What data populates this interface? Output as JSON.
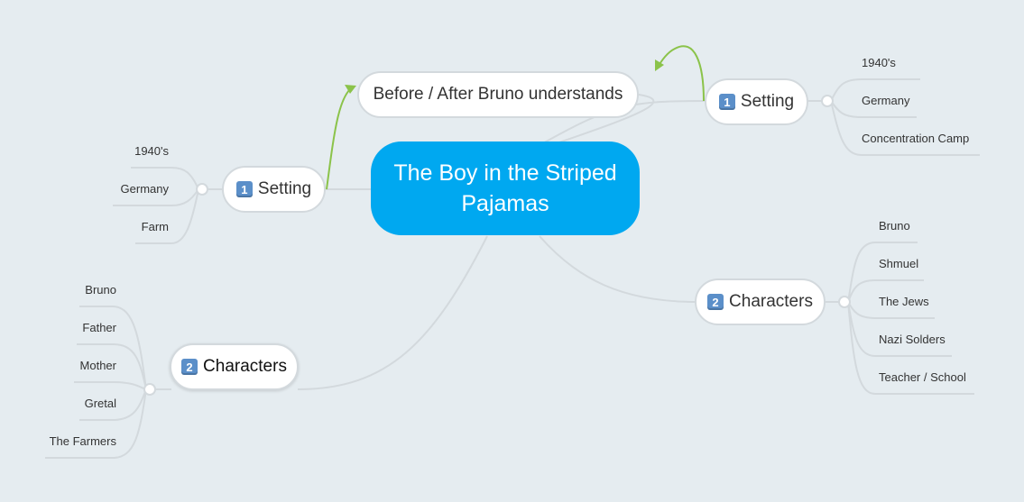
{
  "central": {
    "title": "The Boy in the Striped Pajamas"
  },
  "relation_node": {
    "label": "Before / After Bruno understands"
  },
  "topics": {
    "setting_right": {
      "badge": "1",
      "label": "Setting",
      "leaves": [
        "1940's",
        "Germany",
        "Concentration Camp"
      ]
    },
    "characters_right": {
      "badge": "2",
      "label": "Characters",
      "leaves": [
        "Bruno",
        "Shmuel",
        "The Jews",
        "Nazi Solders",
        "Teacher / School"
      ]
    },
    "setting_left": {
      "badge": "1",
      "label": "Setting",
      "leaves": [
        "1940's",
        "Germany",
        "Farm"
      ]
    },
    "characters_left": {
      "badge": "2",
      "label": "Characters",
      "leaves": [
        "Bruno",
        "Father",
        "Mother",
        "Gretal",
        "The Farmers"
      ]
    }
  },
  "colors": {
    "background": "#e5ecf0",
    "central": "#00a8f0",
    "connector": "#d3d9dd",
    "relation_arrow": "#8bc34a",
    "badge": "#5b8fc9"
  }
}
